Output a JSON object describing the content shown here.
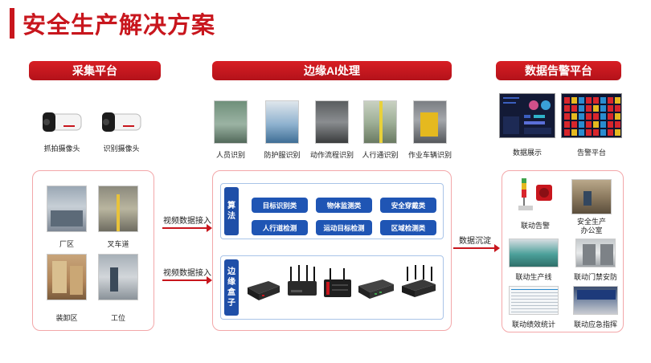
{
  "page": {
    "title": "安全生产解决方案"
  },
  "sections": {
    "collection": "采集平台",
    "edge_ai": "边缘AI处理",
    "alarm": "数据告警平台"
  },
  "cameras": [
    {
      "label": "抓拍摄像头"
    },
    {
      "label": "识别摄像头"
    }
  ],
  "collection_sites": [
    {
      "label": "厂区"
    },
    {
      "label": "叉车道"
    },
    {
      "label": "装卸区"
    },
    {
      "label": "工位"
    }
  ],
  "ai_recognition": [
    {
      "label": "人员识别"
    },
    {
      "label": "防护服识别"
    },
    {
      "label": "动作流程识别"
    },
    {
      "label": "人行通识别"
    },
    {
      "label": "作业车辆识别"
    }
  ],
  "arrows": {
    "video_in_1": "视频数据接入",
    "video_in_2": "视频数据接入",
    "data_sink": "数据沉淀"
  },
  "algorithm": {
    "tag": [
      "算",
      "法"
    ],
    "items": [
      "目标识别类",
      "物体监测类",
      "安全穿戴类",
      "人行道检测",
      "运动目标检测",
      "区域检测类"
    ]
  },
  "edge_box": {
    "tag": [
      "边",
      "缘",
      "盒",
      "子"
    ]
  },
  "dashboards": [
    {
      "label": "数据展示"
    },
    {
      "label": "告警平台"
    }
  ],
  "linkage": [
    {
      "label": "联动告警"
    },
    {
      "label": "安全生产办公室",
      "line1": "安全生产",
      "line2": "办公室"
    },
    {
      "label": "联动生产线"
    },
    {
      "label": "联动门禁安防"
    },
    {
      "label": "联动绩效统计"
    },
    {
      "label": "联动应急指挥"
    }
  ],
  "colors": {
    "accent": "#c8161d",
    "blue": "#1f55b4",
    "panel_border": "#f3a7a9"
  }
}
